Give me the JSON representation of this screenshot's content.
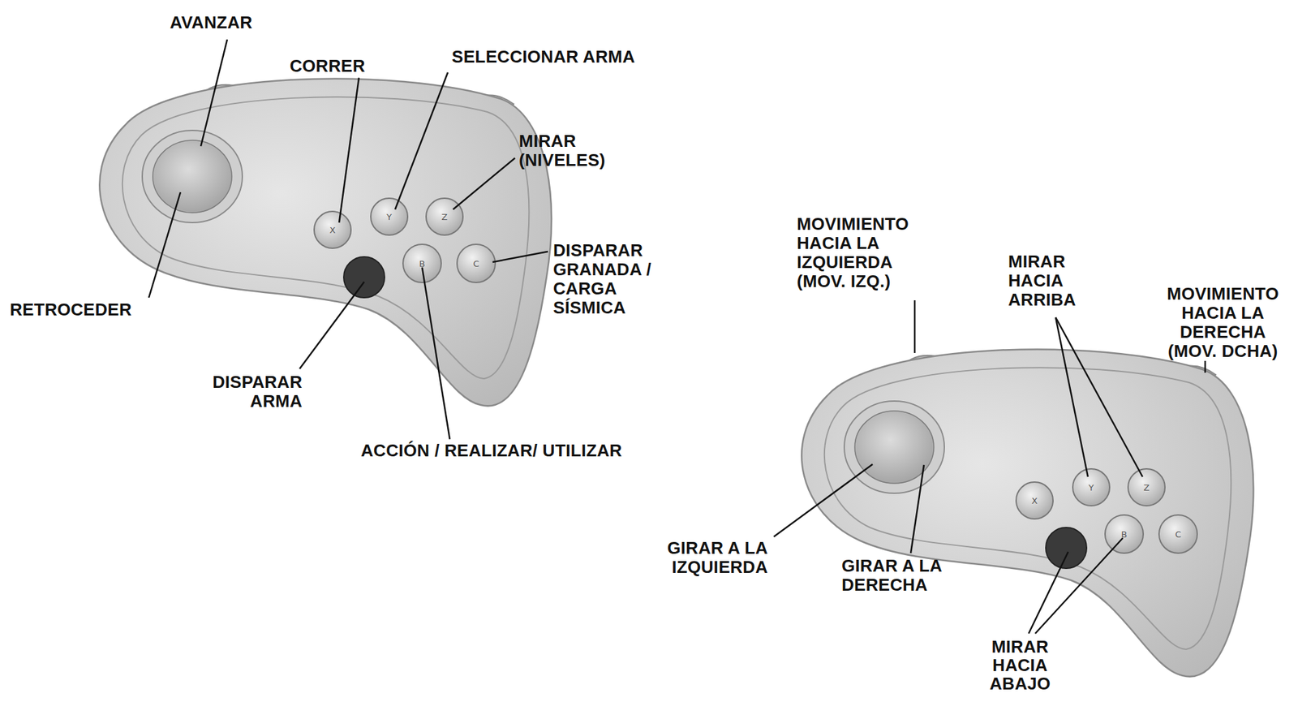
{
  "diagram": {
    "labels": [
      "AVANZAR",
      "CORRER",
      "SELECCIONAR ARMA",
      "MIRAR (NIVELES)",
      "DISPARAR GRANADA / CARGA SÍSMICA",
      "RETROCEDER",
      "DISPARAR ARMA",
      "ACCIÓN / REALIZAR/ UTILIZAR",
      "X",
      "Y",
      "Z",
      "B",
      "C",
      "MOVIMIENTO HACIA LA IZQUIERDA (MOV. IZQ.)",
      "MIRAR HACIA ARRIBA",
      "MOVIMIENTO HACIA LA DERECHA (MOV. DCHA)",
      "GIRAR A LA IZQUIERDA",
      "GIRAR A LA DERECHA",
      "MIRAR HACIA ABAJO",
      "X",
      "Y",
      "Z",
      "B",
      "C"
    ]
  }
}
